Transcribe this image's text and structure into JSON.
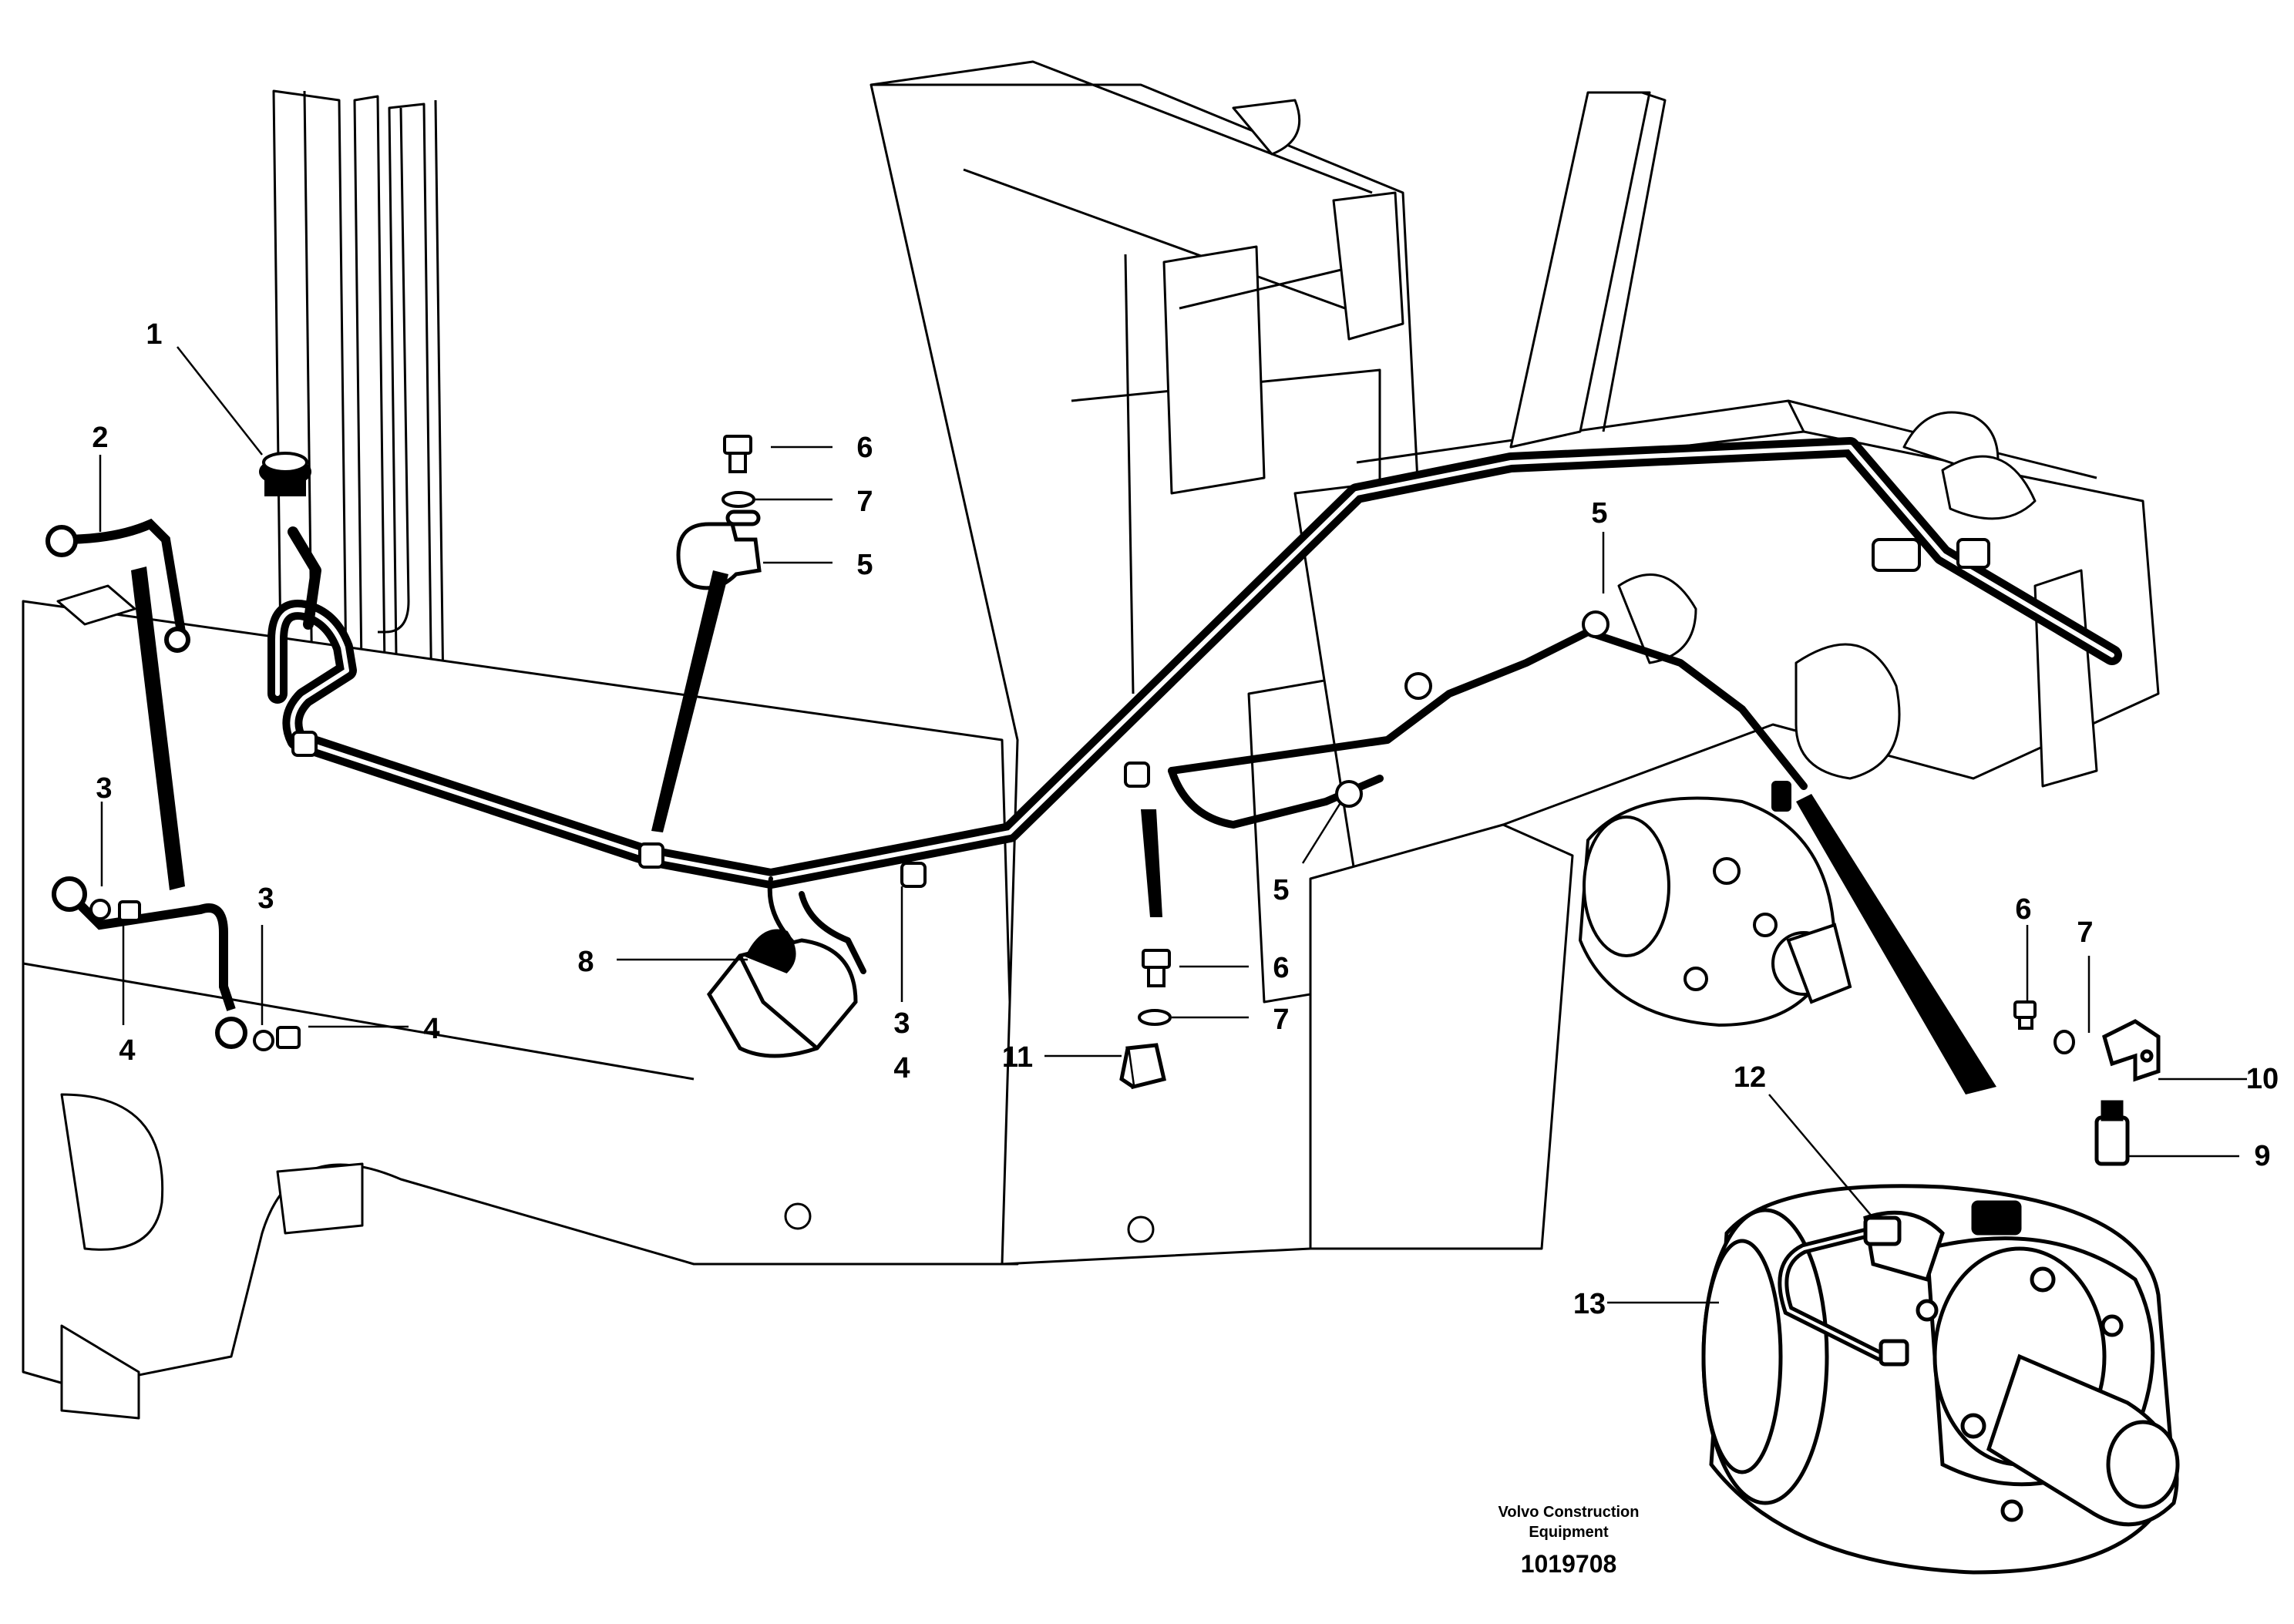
{
  "callouts": {
    "c1": "1",
    "c2": "2",
    "c3a": "3",
    "c3b": "3",
    "c3c": "3",
    "c4a": "4",
    "c4b": "4",
    "c4c": "4",
    "c5a": "5",
    "c5b": "5",
    "c5c": "5",
    "c6a": "6",
    "c6b": "6",
    "c6c": "6",
    "c7a": "7",
    "c7b": "7",
    "c7c": "7",
    "c8": "8",
    "c9": "9",
    "c10": "10",
    "c11": "11",
    "c12": "12",
    "c13": "13"
  },
  "footer": {
    "brand_line1": "Volvo Construction",
    "brand_line2": "Equipment",
    "doc_number": "1019708"
  },
  "colors": {
    "ink": "#000000",
    "paper": "#ffffff"
  }
}
